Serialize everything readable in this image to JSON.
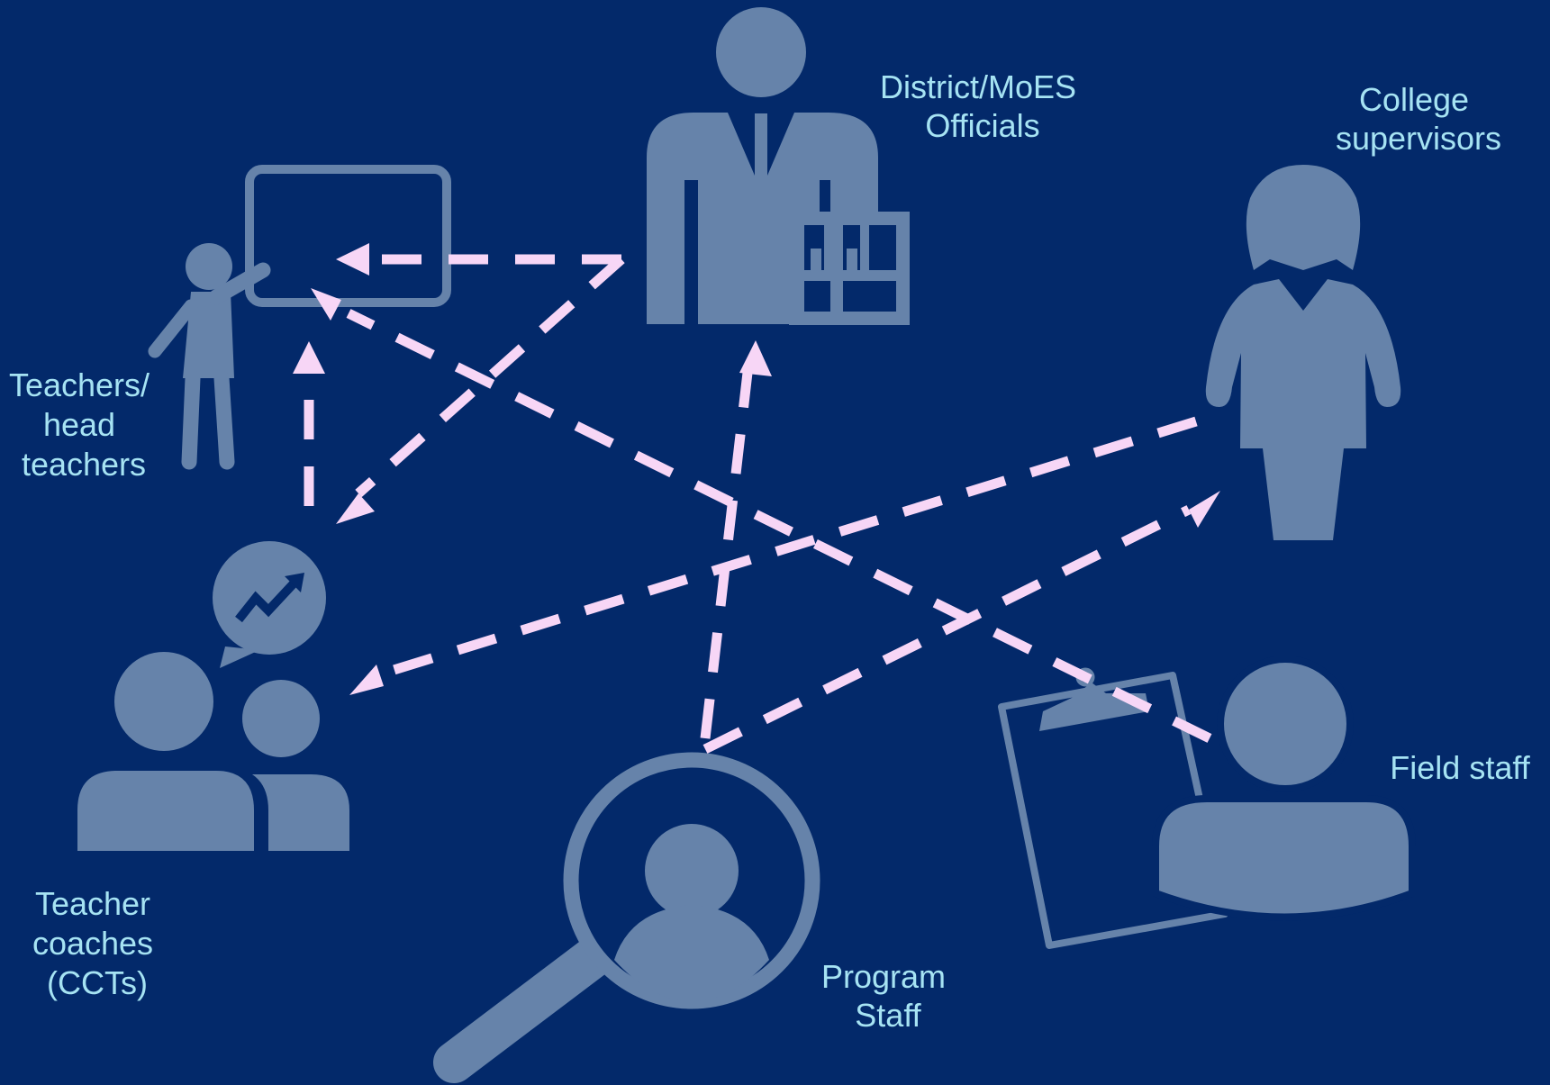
{
  "colors": {
    "background": "#03296a",
    "icon": "#6683aa",
    "arrow": "#f7d6f6",
    "label": "#a6e3f3"
  },
  "actors": {
    "officials": {
      "icon": "official-icon",
      "label_lines": [
        "District/MoES",
        "Officials"
      ]
    },
    "supervisors": {
      "icon": "supervisor-icon",
      "label_lines": [
        "College",
        "supervisors"
      ]
    },
    "teachers": {
      "icon": "teacher-at-board-icon",
      "label_lines": [
        "Teachers/",
        "head",
        "teachers"
      ]
    },
    "coaches": {
      "icon": "coaches-chat-icon",
      "label_lines": [
        "Teacher",
        "coaches",
        "(CCTs)"
      ]
    },
    "program_staff": {
      "icon": "magnifier-person-icon",
      "label_lines": [
        "Program",
        "Staff"
      ]
    },
    "field_staff": {
      "icon": "field-staff-clipboard-icon",
      "label_lines": [
        "Field staff"
      ]
    }
  },
  "connections": [
    {
      "from": "officials",
      "to": "teachers"
    },
    {
      "from": "officials",
      "to": "coaches"
    },
    {
      "from": "coaches",
      "to": "teachers"
    },
    {
      "from": "field_staff",
      "to": "teachers"
    },
    {
      "from": "supervisors",
      "to": "coaches"
    },
    {
      "from": "program_staff",
      "to": "officials"
    },
    {
      "from": "program_staff",
      "to": "supervisors"
    }
  ]
}
